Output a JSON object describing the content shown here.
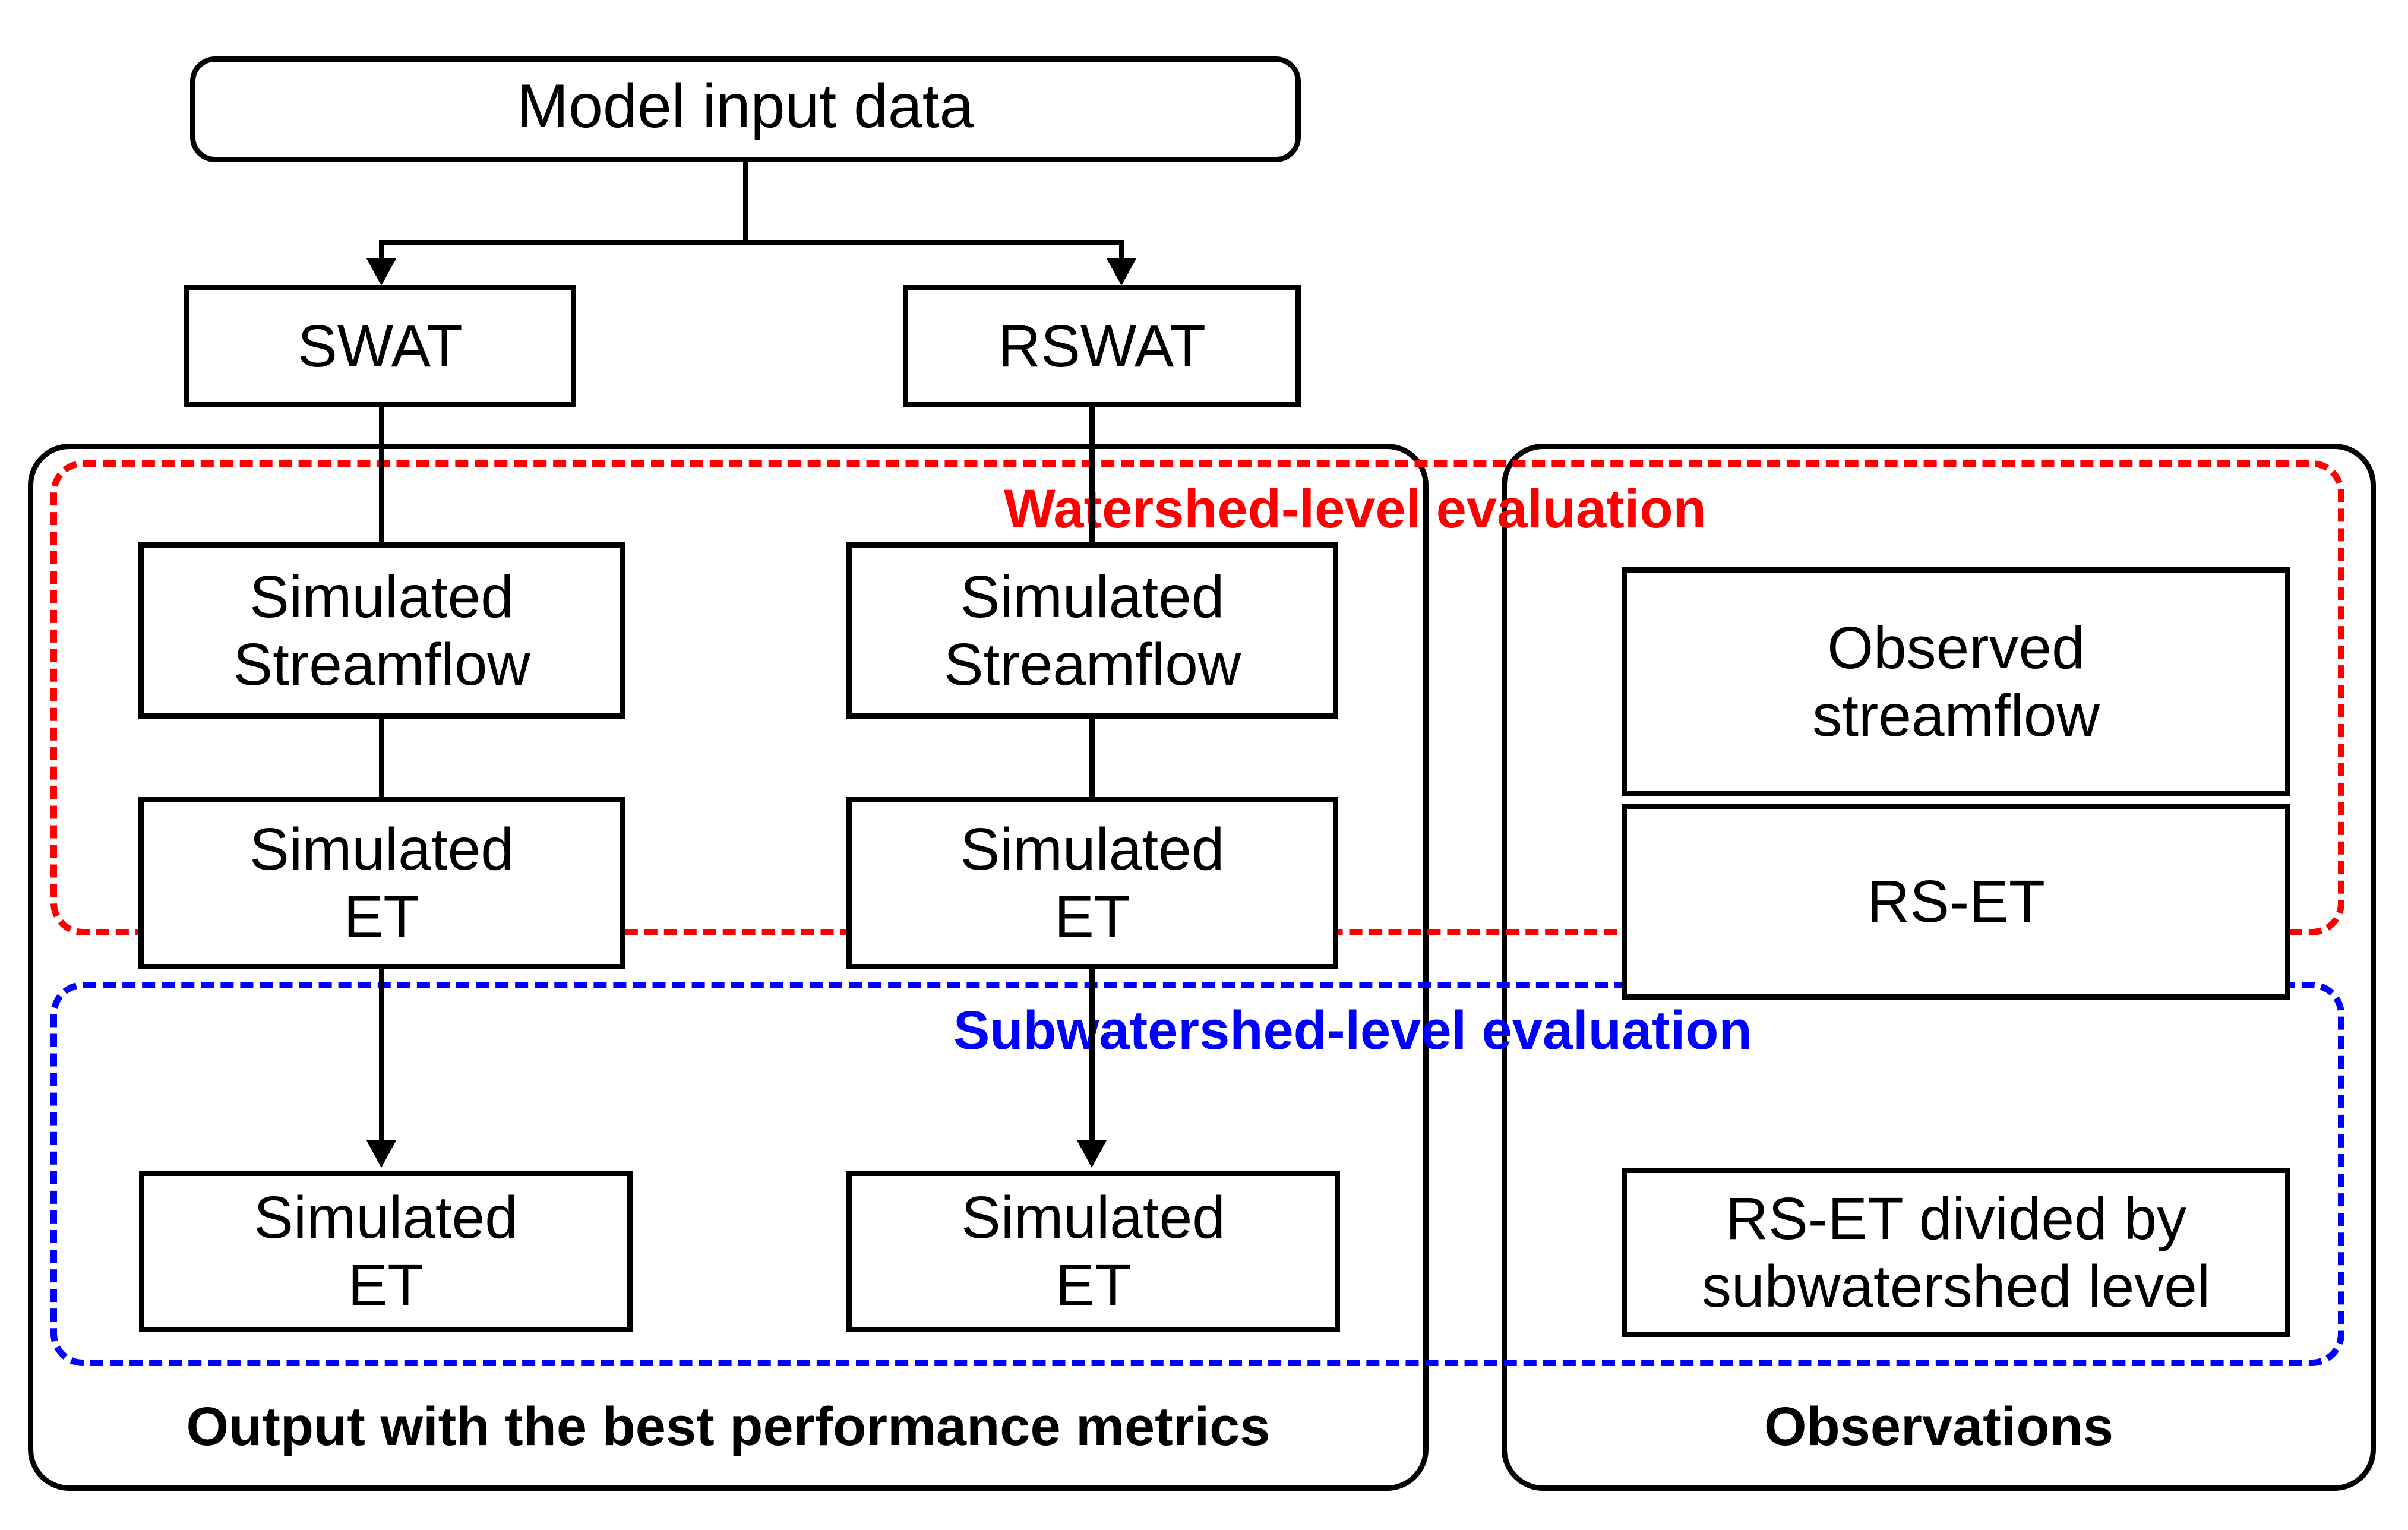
{
  "diagram": {
    "title": "SWAT / RSWAT model evaluation workflow",
    "colors": {
      "watershed_accent": "#FF0000",
      "subwatershed_accent": "#0000FF",
      "outline": "#000000",
      "background": "#FFFFFF"
    },
    "nodes": {
      "model_input": "Model input data",
      "swat": "SWAT",
      "rswat": "RSWAT"
    },
    "columns": {
      "swat_col": {
        "streamflow_line1": "Simulated",
        "streamflow_line2": "Streamflow",
        "et_line1": "Simulated",
        "et_line2": "ET",
        "sub_et_line1": "Simulated",
        "sub_et_line2": "ET"
      },
      "rswat_col": {
        "streamflow_line1": "Simulated",
        "streamflow_line2": "Streamflow",
        "et_line1": "Simulated",
        "et_line2": "ET",
        "sub_et_line1": "Simulated",
        "sub_et_line2": "ET"
      },
      "obs_col": {
        "observed_line1": "Observed",
        "observed_line2": "streamflow",
        "rs_et": "RS-ET",
        "sub_rs_et_line1": "RS-ET divided by",
        "sub_rs_et_line2": "subwatershed level"
      }
    },
    "regions": {
      "watershed_label": "Watershed-level evaluation",
      "subwatershed_label": "Subwatershed-level evaluation"
    },
    "footers": {
      "left": "Output with the best performance metrics",
      "right": "Observations"
    }
  }
}
